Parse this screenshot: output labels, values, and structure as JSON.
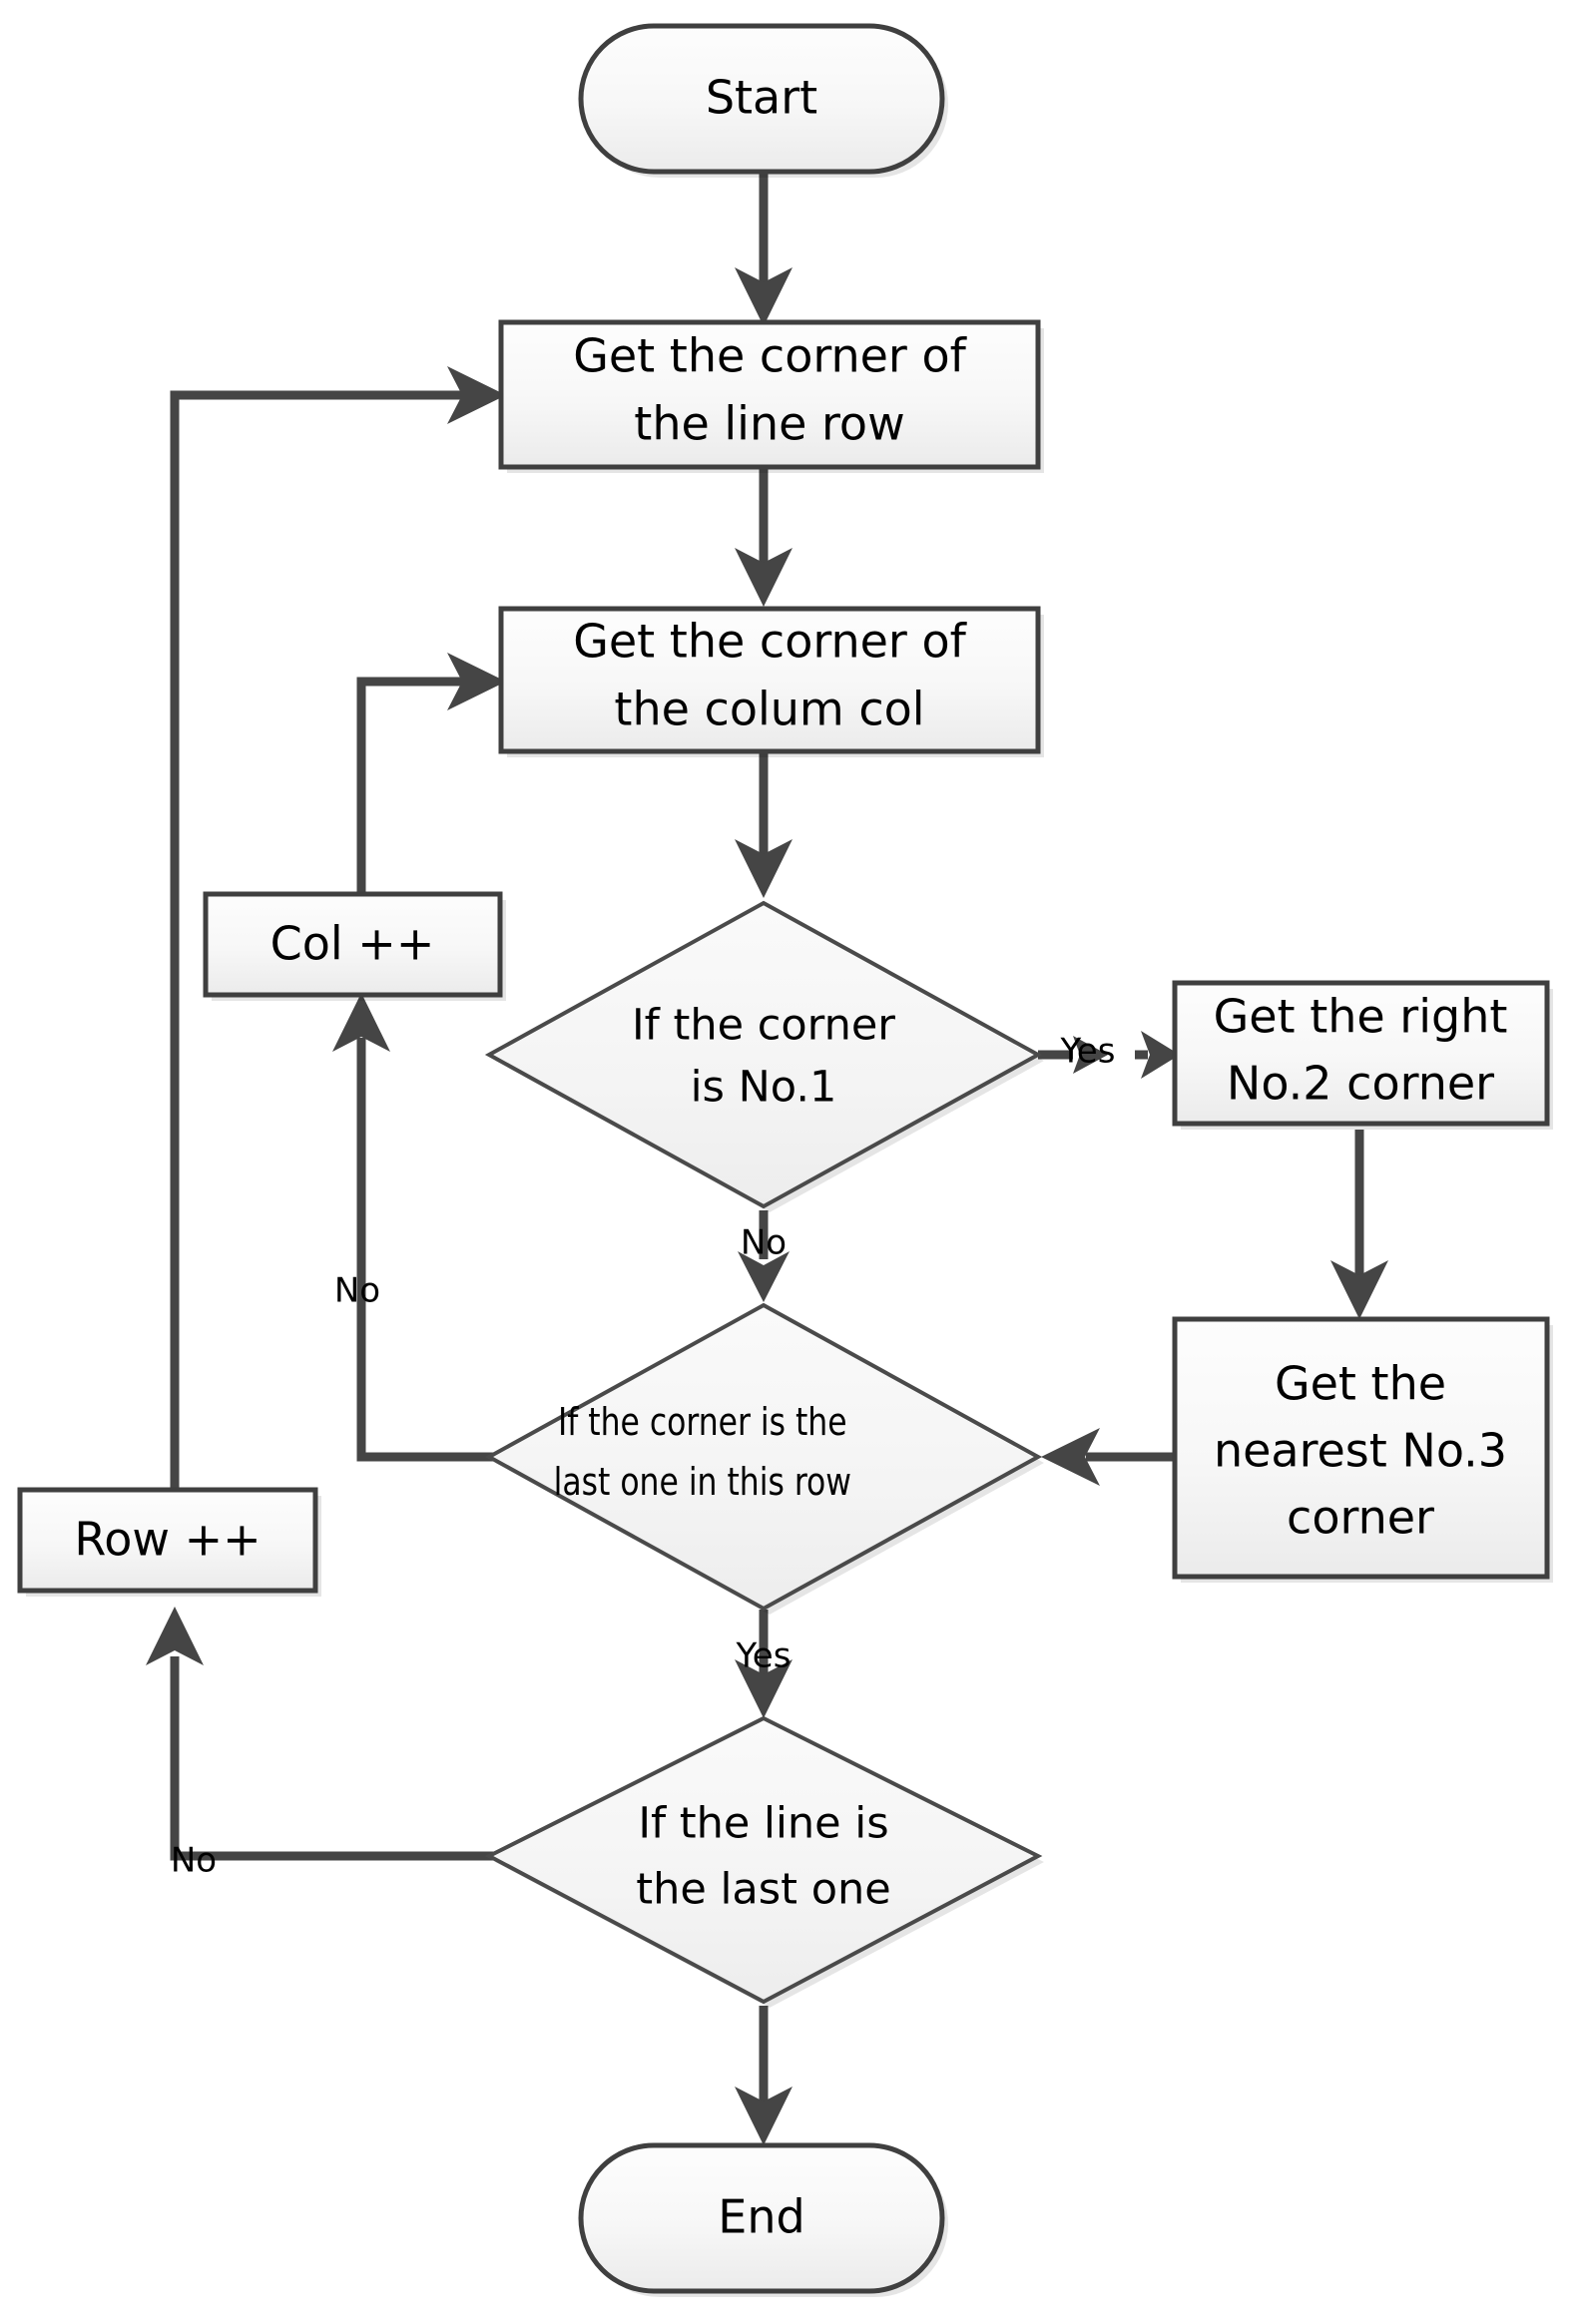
{
  "diagram": {
    "title": "Corner detection flowchart",
    "colors": {
      "node_fill_top": "#fcfcfc",
      "node_fill_bottom": "#eeeeee",
      "node_stroke": "#3f3f3f",
      "connector": "#454545",
      "text": "#000000",
      "background": "#ffffff"
    },
    "nodes": {
      "start": {
        "label": "Start",
        "shape": "terminator"
      },
      "get_row_corner": {
        "label_line1": "Get the corner of",
        "label_line2": "the line row",
        "shape": "process"
      },
      "get_col_corner": {
        "label_line1": "Get the corner of",
        "label_line2": "the colum col",
        "shape": "process"
      },
      "col_increment": {
        "label": "Col ++",
        "shape": "process"
      },
      "row_increment": {
        "label": "Row ++",
        "shape": "process"
      },
      "decision_no1": {
        "label_line1": "If the corner",
        "label_line2": "is No.1",
        "shape": "decision"
      },
      "get_right_no2": {
        "label_line1": "Get the right",
        "label_line2": "No.2 corner",
        "shape": "process"
      },
      "get_nearest_no3": {
        "label_line1": "Get the",
        "label_line2": "nearest No.3",
        "label_line3": "corner",
        "shape": "process"
      },
      "decision_last_in_row": {
        "label_line1": "If the corner is the",
        "label_line2": "last one in this row",
        "shape": "decision"
      },
      "decision_last_line": {
        "label_line1": "If the line is",
        "label_line2": "the last one",
        "shape": "decision"
      },
      "end": {
        "label": "End",
        "shape": "terminator"
      }
    },
    "edge_labels": {
      "no1_yes": "Yes",
      "no1_no": "No",
      "last_in_row_no": "No",
      "last_in_row_yes": "Yes",
      "last_line_no": "No"
    }
  }
}
